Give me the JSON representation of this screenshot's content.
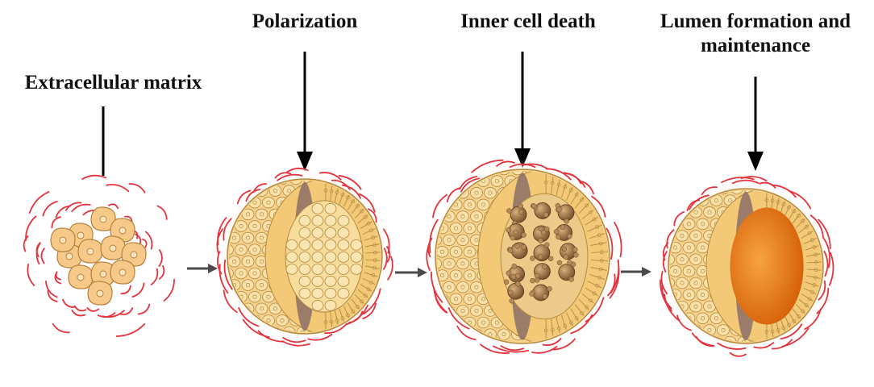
{
  "stages": [
    {
      "label": "Extracellular matrix"
    },
    {
      "label": "Polarization"
    },
    {
      "label": "Inner cell death"
    },
    {
      "label": "Lumen formation and\nmaintenance"
    }
  ],
  "colors": {
    "ecm_fiber": "#e4333c",
    "cell_fill": "#f6d28c",
    "cell_outline": "#b48a3e",
    "basal_layer": "#8a6f66",
    "dying_cell": "#a67a4a",
    "lumen": "#f08a1e",
    "arrow": "#000000",
    "process_arrow": "#4a4a4a"
  }
}
